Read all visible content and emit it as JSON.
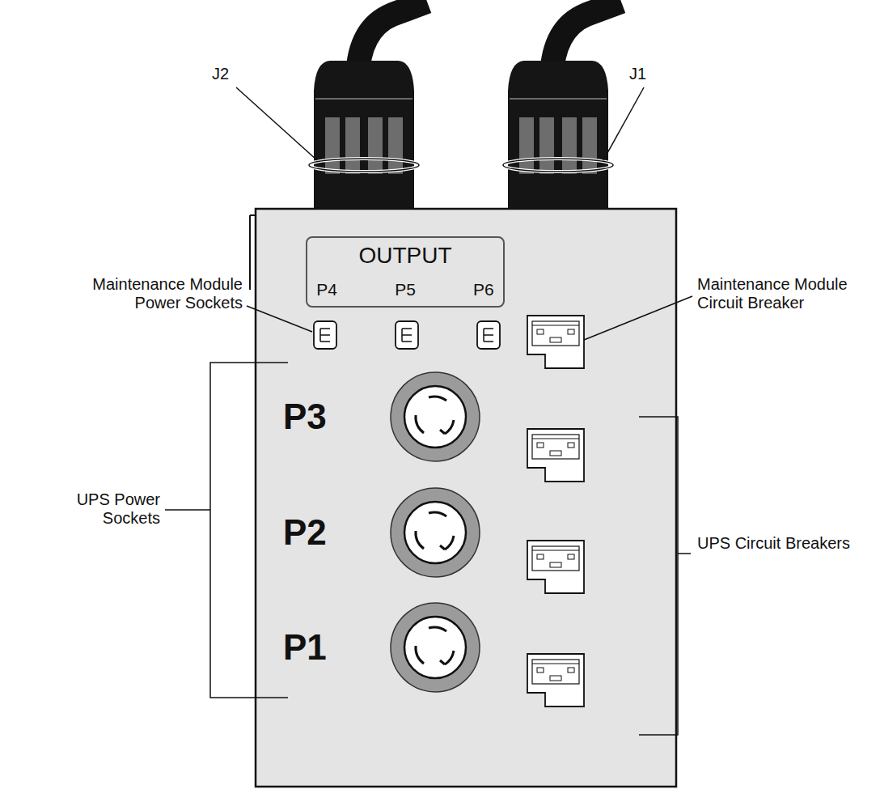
{
  "diagram": {
    "nodes": [
      {
        "text": [
          "OUTPUT",
          "P4",
          "P5",
          "P6"
        ]
      }
    ],
    "labels": [
      "J2",
      "J1",
      "Maintenance Module Power Sockets",
      "Maintenance Module Circuit Breaker",
      "P3",
      "P2",
      "P1",
      "UPS Power Sockets",
      "UPS Circuit Breakers"
    ]
  }
}
